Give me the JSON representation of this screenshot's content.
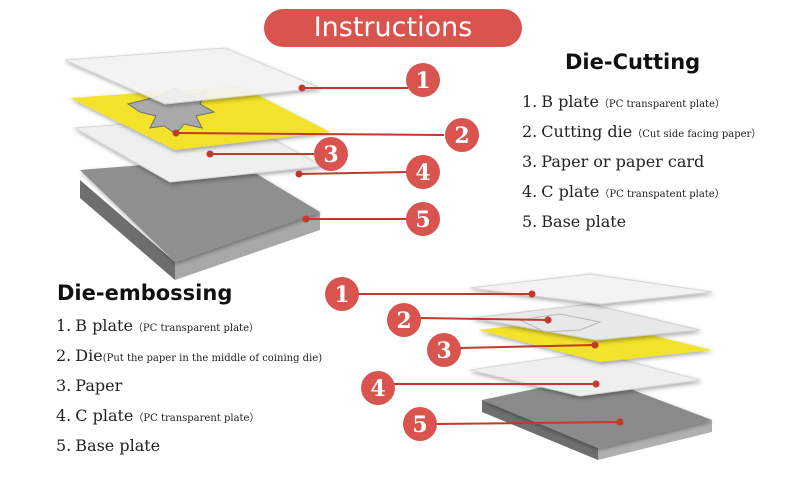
{
  "title": "Instructions",
  "die_cutting": {
    "heading": "Die-Cutting",
    "items": [
      {
        "num": "1.",
        "label": "B plate",
        "note": "（PC transparent plate）"
      },
      {
        "num": "2.",
        "label": "Cutting die",
        "note": "（Cut side facing paper）"
      },
      {
        "num": "3.",
        "label": "Paper or paper card",
        "note": ""
      },
      {
        "num": "4.",
        "label": "C plate",
        "note": "（PC transpatent plate）"
      },
      {
        "num": "5.",
        "label": "Base plate",
        "note": ""
      }
    ]
  },
  "die_embossing": {
    "heading": "Die-embossing",
    "items": [
      {
        "num": "1.",
        "label": "B plate",
        "note": "（PC transparent plate）"
      },
      {
        "num": "2.",
        "label": "Die",
        "note": "(Put the paper in the middle of coining die)"
      },
      {
        "num": "3.",
        "label": "Paper",
        "note": ""
      },
      {
        "num": "4.",
        "label": "C plate",
        "note": "（PC transparent plate）"
      },
      {
        "num": "5.",
        "label": "Base plate",
        "note": ""
      }
    ]
  },
  "top_markers": [
    "1",
    "2",
    "3",
    "4",
    "5"
  ],
  "bottom_markers": [
    "1",
    "2",
    "3",
    "4",
    "5"
  ],
  "colors": {
    "accent": "#d9534f",
    "yellow": "#f2e22a",
    "base_plate": "#8c8c8c"
  }
}
